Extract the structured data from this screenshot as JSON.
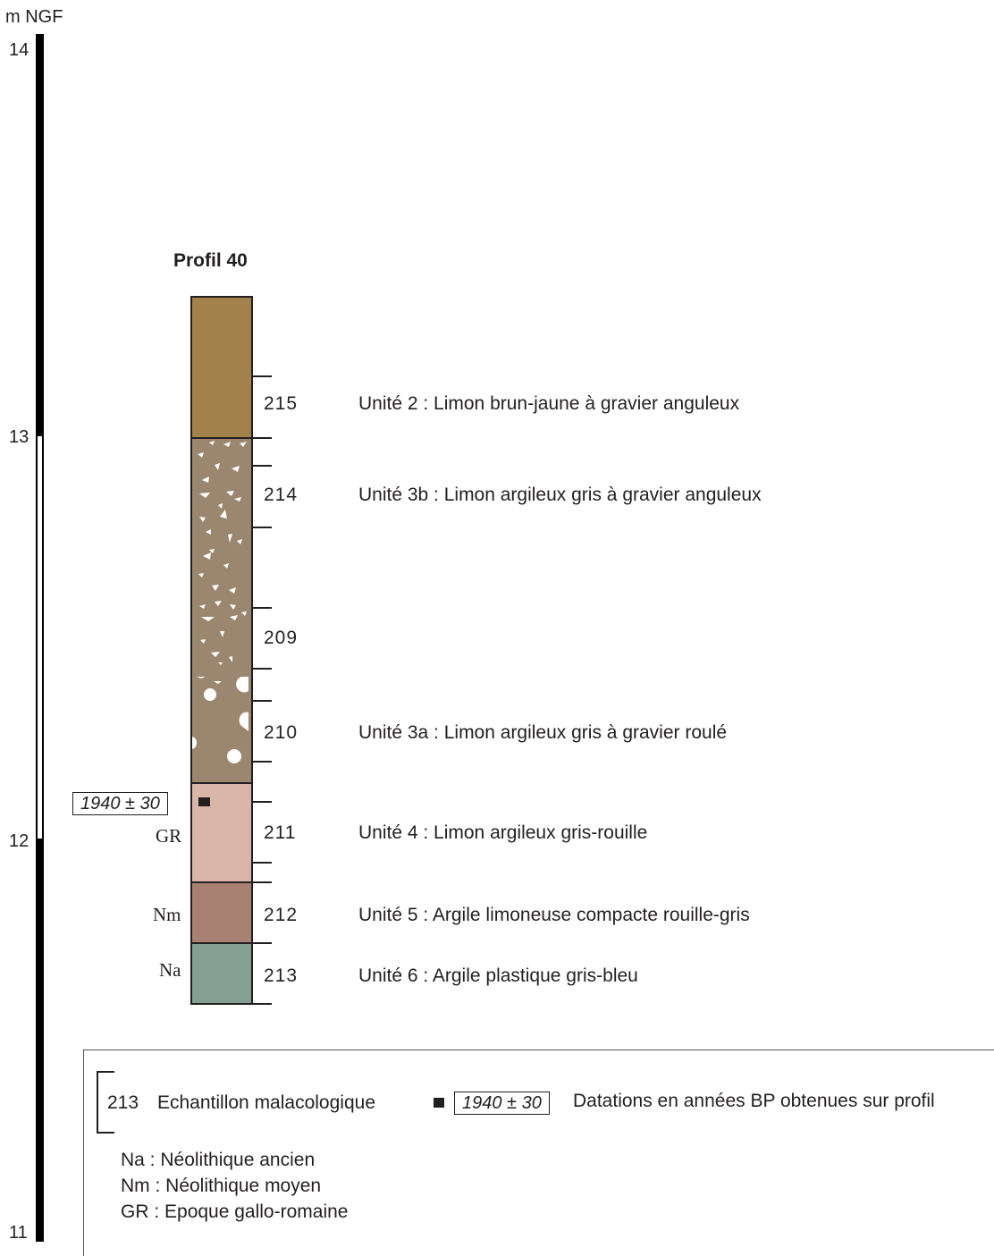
{
  "axis": {
    "unit": "m NGF",
    "ticks": [
      "14",
      "13",
      "12",
      "11"
    ]
  },
  "profile": {
    "title": "Profil 40",
    "samples": [
      "215",
      "214",
      "209",
      "210",
      "211",
      "212",
      "213"
    ],
    "units": [
      "Unité 2 : Limon brun-jaune à gravier anguleux",
      "Unité 3b : Limon argileux gris à gravier anguleux",
      "Unité 3a : Limon argileux gris à gravier roulé",
      "Unité 4 : Limon argileux gris-rouille",
      "Unité 5 : Argile limoneuse compacte rouille-gris",
      "Unité 6 : Argile plastique gris-bleu"
    ],
    "periods": [
      "GR",
      "Nm",
      "Na"
    ],
    "date": "1940 ± 30"
  },
  "colors": {
    "unit2": "#a2814a",
    "unit3": "#9b876f",
    "unit4": "#d9b6a7",
    "unit5": "#a88173",
    "unit6": "#869f93"
  },
  "legend": {
    "sample_num": "213",
    "sample_label": "Echantillon malacologique",
    "date": "1940 ± 30",
    "date_label": "Datations en années BP obtenues sur profil",
    "periods": [
      "Na : Néolithique ancien",
      "Nm : Néolithique moyen",
      "GR : Epoque gallo-romaine"
    ]
  }
}
